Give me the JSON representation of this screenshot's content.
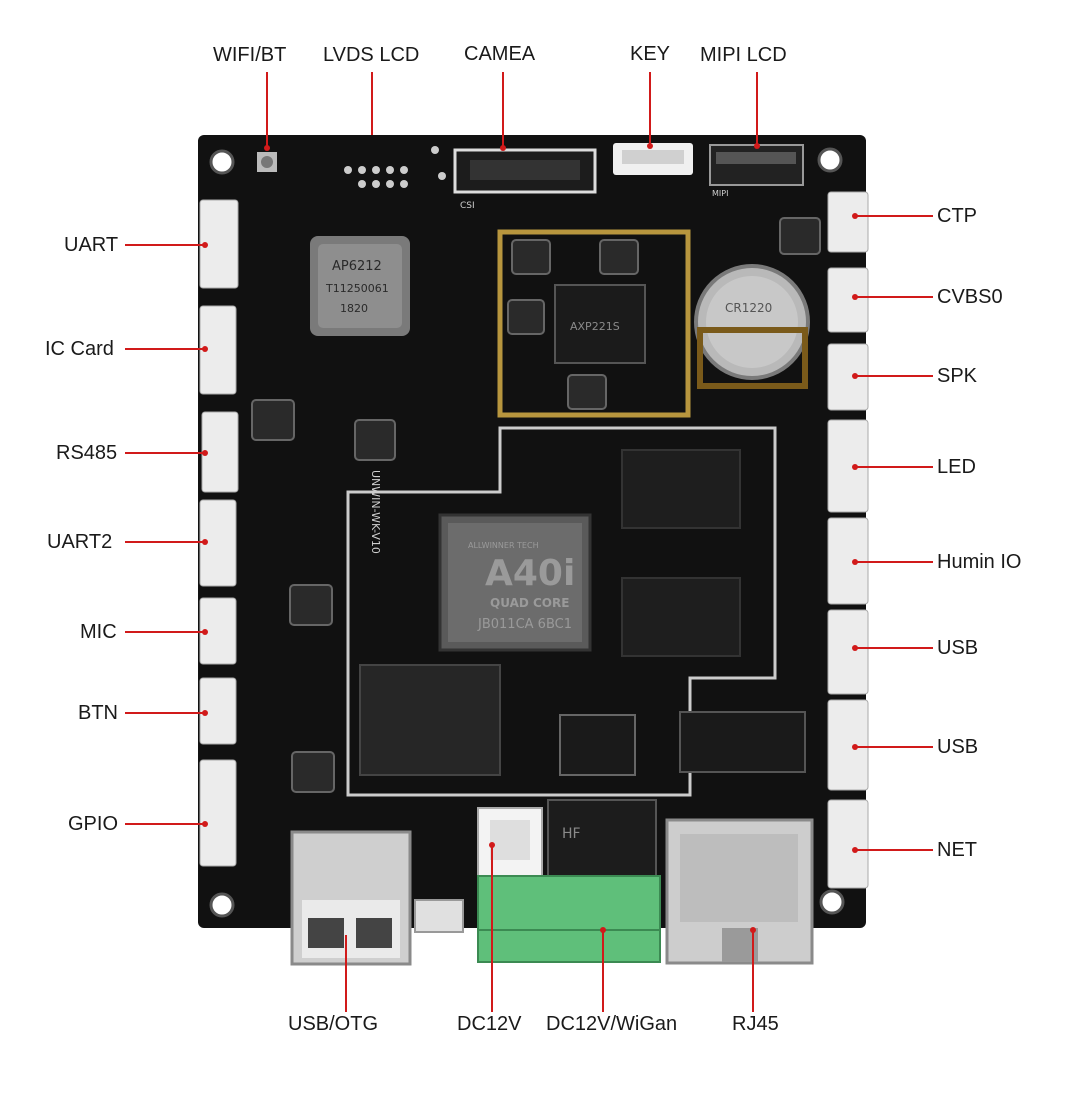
{
  "labels": {
    "wifi_bt": "WIFI/BT",
    "lvds_lcd": "LVDS LCD",
    "camea": "CAMEA",
    "key": "KEY",
    "mipi_lcd": "MIPI LCD",
    "uart": "UART",
    "ic_card": "IC Card",
    "rs485": "RS485",
    "uart2": "UART2",
    "mic": "MIC",
    "btn": "BTN",
    "gpio": "GPIO",
    "ctp": "CTP",
    "cvbs0": "CVBS0",
    "spk": "SPK",
    "led": "LED",
    "humin_io": "Humin IO",
    "usb_1": "USB",
    "usb_2": "USB",
    "net": "NET",
    "usb_otg": "USB/OTG",
    "dc12v": "DC12V",
    "dc12v_wigan": "DC12V/WiGan",
    "rj45": "RJ45"
  },
  "board": {
    "soc_brand": "A40i",
    "soc_sub": "QUAD CORE",
    "soc_maker": "ALLWINNER TECH",
    "soc_code": "JB011CA 6BC1",
    "wifi_module": "AP6212",
    "wifi_code1": "T11250061",
    "wifi_code2": "1820",
    "pmic": "AXP221S",
    "battery": "CR1220",
    "board_name": "UNWIN-WK-V10",
    "relay": "HF",
    "camera_conn": "CSI",
    "mipi_conn": "MIPI"
  },
  "colors": {
    "pcb": "#111111",
    "silk": "#d9d9d9",
    "gold": "#b8963e",
    "leader": "#d11a1a",
    "connector": "#ececec",
    "terminal": "#5fbf7a"
  }
}
